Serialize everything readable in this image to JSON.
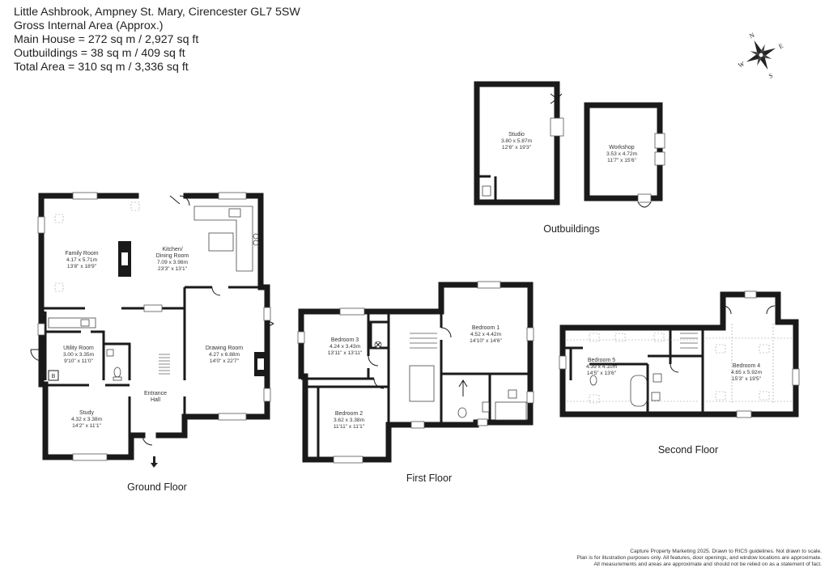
{
  "header": {
    "address": "Little Ashbrook, Ampney St. Mary, Cirencester  GL7 5SW",
    "gia": "Gross Internal Area (Approx.)",
    "main_house": "Main House = 272 sq m / 2,927 sq ft",
    "outbuildings": "Outbuildings = 38 sq m / 409 sq ft",
    "total": "Total Area = 310 sq m / 3,336 sq ft"
  },
  "compass": {
    "n": "N",
    "e": "E",
    "s": "S",
    "w": "W"
  },
  "sections": {
    "ground": "Ground Floor",
    "first": "First Floor",
    "second": "Second Floor",
    "outbuildings": "Outbuildings"
  },
  "rooms": {
    "family": {
      "name": "Family Room",
      "dim_m": "4.17 x 5.71m",
      "dim_ft": "13'8\" x 18'9\""
    },
    "kitchen": {
      "name": "Kitchen/",
      "name2": "Dining Room",
      "dim_m": "7.09 x 3.98m",
      "dim_ft": "23'3\" x 13'1\""
    },
    "utility": {
      "name": "Utility Room",
      "dim_m": "3.00 x 3.35m",
      "dim_ft": "9'10\" x 11'0\""
    },
    "drawing": {
      "name": "Drawing Room",
      "dim_m": "4.27 x 6.88m",
      "dim_ft": "14'0\" x 22'7\""
    },
    "hall": {
      "name": "Entrance",
      "name2": "Hall"
    },
    "study": {
      "name": "Study",
      "dim_m": "4.32 x 3.38m",
      "dim_ft": "14'2\" x 11'1\""
    },
    "boiler": {
      "name": "B"
    },
    "bed3": {
      "name": "Bedroom 3",
      "dim_m": "4.24 x 3.43m",
      "dim_ft": "13'11\" x 13'11\""
    },
    "bed2": {
      "name": "Bedroom 2",
      "dim_m": "3.62 x 3.38m",
      "dim_ft": "11'11\" x 11'1\""
    },
    "bed1": {
      "name": "Bedroom 1",
      "dim_m": "4.52 x 4.42m",
      "dim_ft": "14'10\" x 14'6\""
    },
    "bed5": {
      "name": "Bedroom 5",
      "dim_m": "4.39 x 4.10m",
      "dim_ft": "14'5\" x 13'6\""
    },
    "bed4": {
      "name": "Bedroom 4",
      "dim_m": "4.65 x 5.92m",
      "dim_ft": "15'3\" x 19'5\""
    },
    "studio": {
      "name": "Studio",
      "dim_m": "3.80 x 5.87m",
      "dim_ft": "12'6\" x 19'3\""
    },
    "workshop": {
      "name": "Workshop",
      "dim_m": "3.53 x 4.72m",
      "dim_ft": "11'7\" x 15'6\""
    }
  },
  "footer": {
    "line1": "Capture Property Marketing 2025. Drawn to RICS guidelines.  Not drawn to scale.",
    "line2": "Plan is for illustration purposes only. All features, door openings, and window locations are approximate.",
    "line3": "All measurements and areas are approximate and should not be relied on as a statement of fact."
  }
}
